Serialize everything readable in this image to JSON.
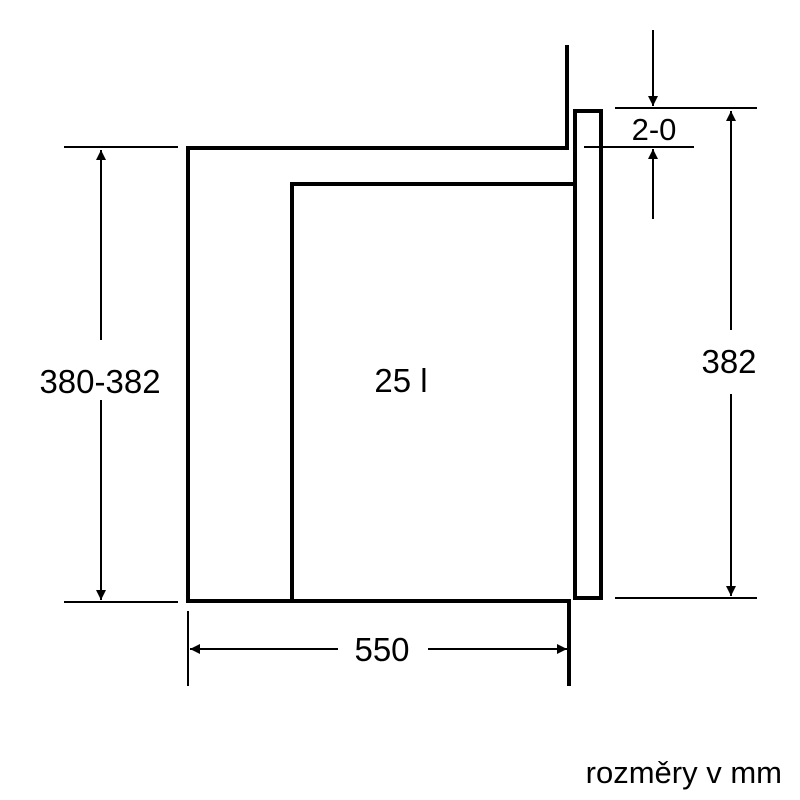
{
  "diagram": {
    "type": "built-in appliance installation drawing",
    "capacity_label": "25 l",
    "dimensions": {
      "height_niche": "380-382",
      "height_appliance": "382",
      "depth": "550",
      "gap": "2-0"
    },
    "footer_note": "rozměry v mm",
    "colors": {
      "line": "#000000",
      "background": "#ffffff"
    }
  }
}
